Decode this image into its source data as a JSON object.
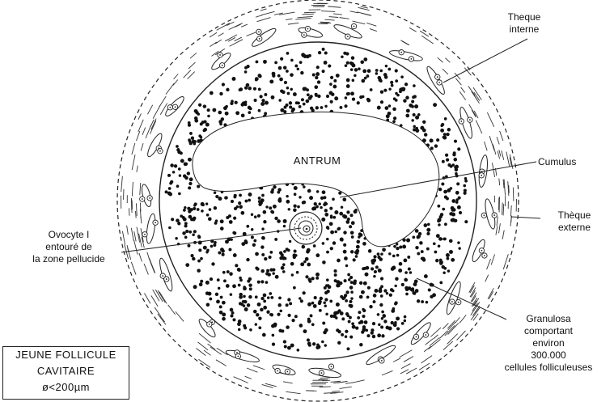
{
  "labels": {
    "theque_interne": [
      "Theque",
      "interne"
    ],
    "cumulus": "Cumulus",
    "theque_externe": [
      "Thèque",
      "externe"
    ],
    "ovocyte": [
      "Ovocyte I",
      "entouré de",
      "la zone pellucide"
    ],
    "granulosa": [
      "Granulosa",
      "comportant",
      "environ",
      "300.000",
      "cellules folliculeuses"
    ],
    "antrum": "ANTRUM"
  },
  "caption": {
    "line1": "JEUNE FOLLICULE",
    "line2": "CAVITAIRE",
    "line3": "ø<200µm"
  },
  "colors": {
    "ink": "#111111",
    "background": "#ffffff"
  }
}
